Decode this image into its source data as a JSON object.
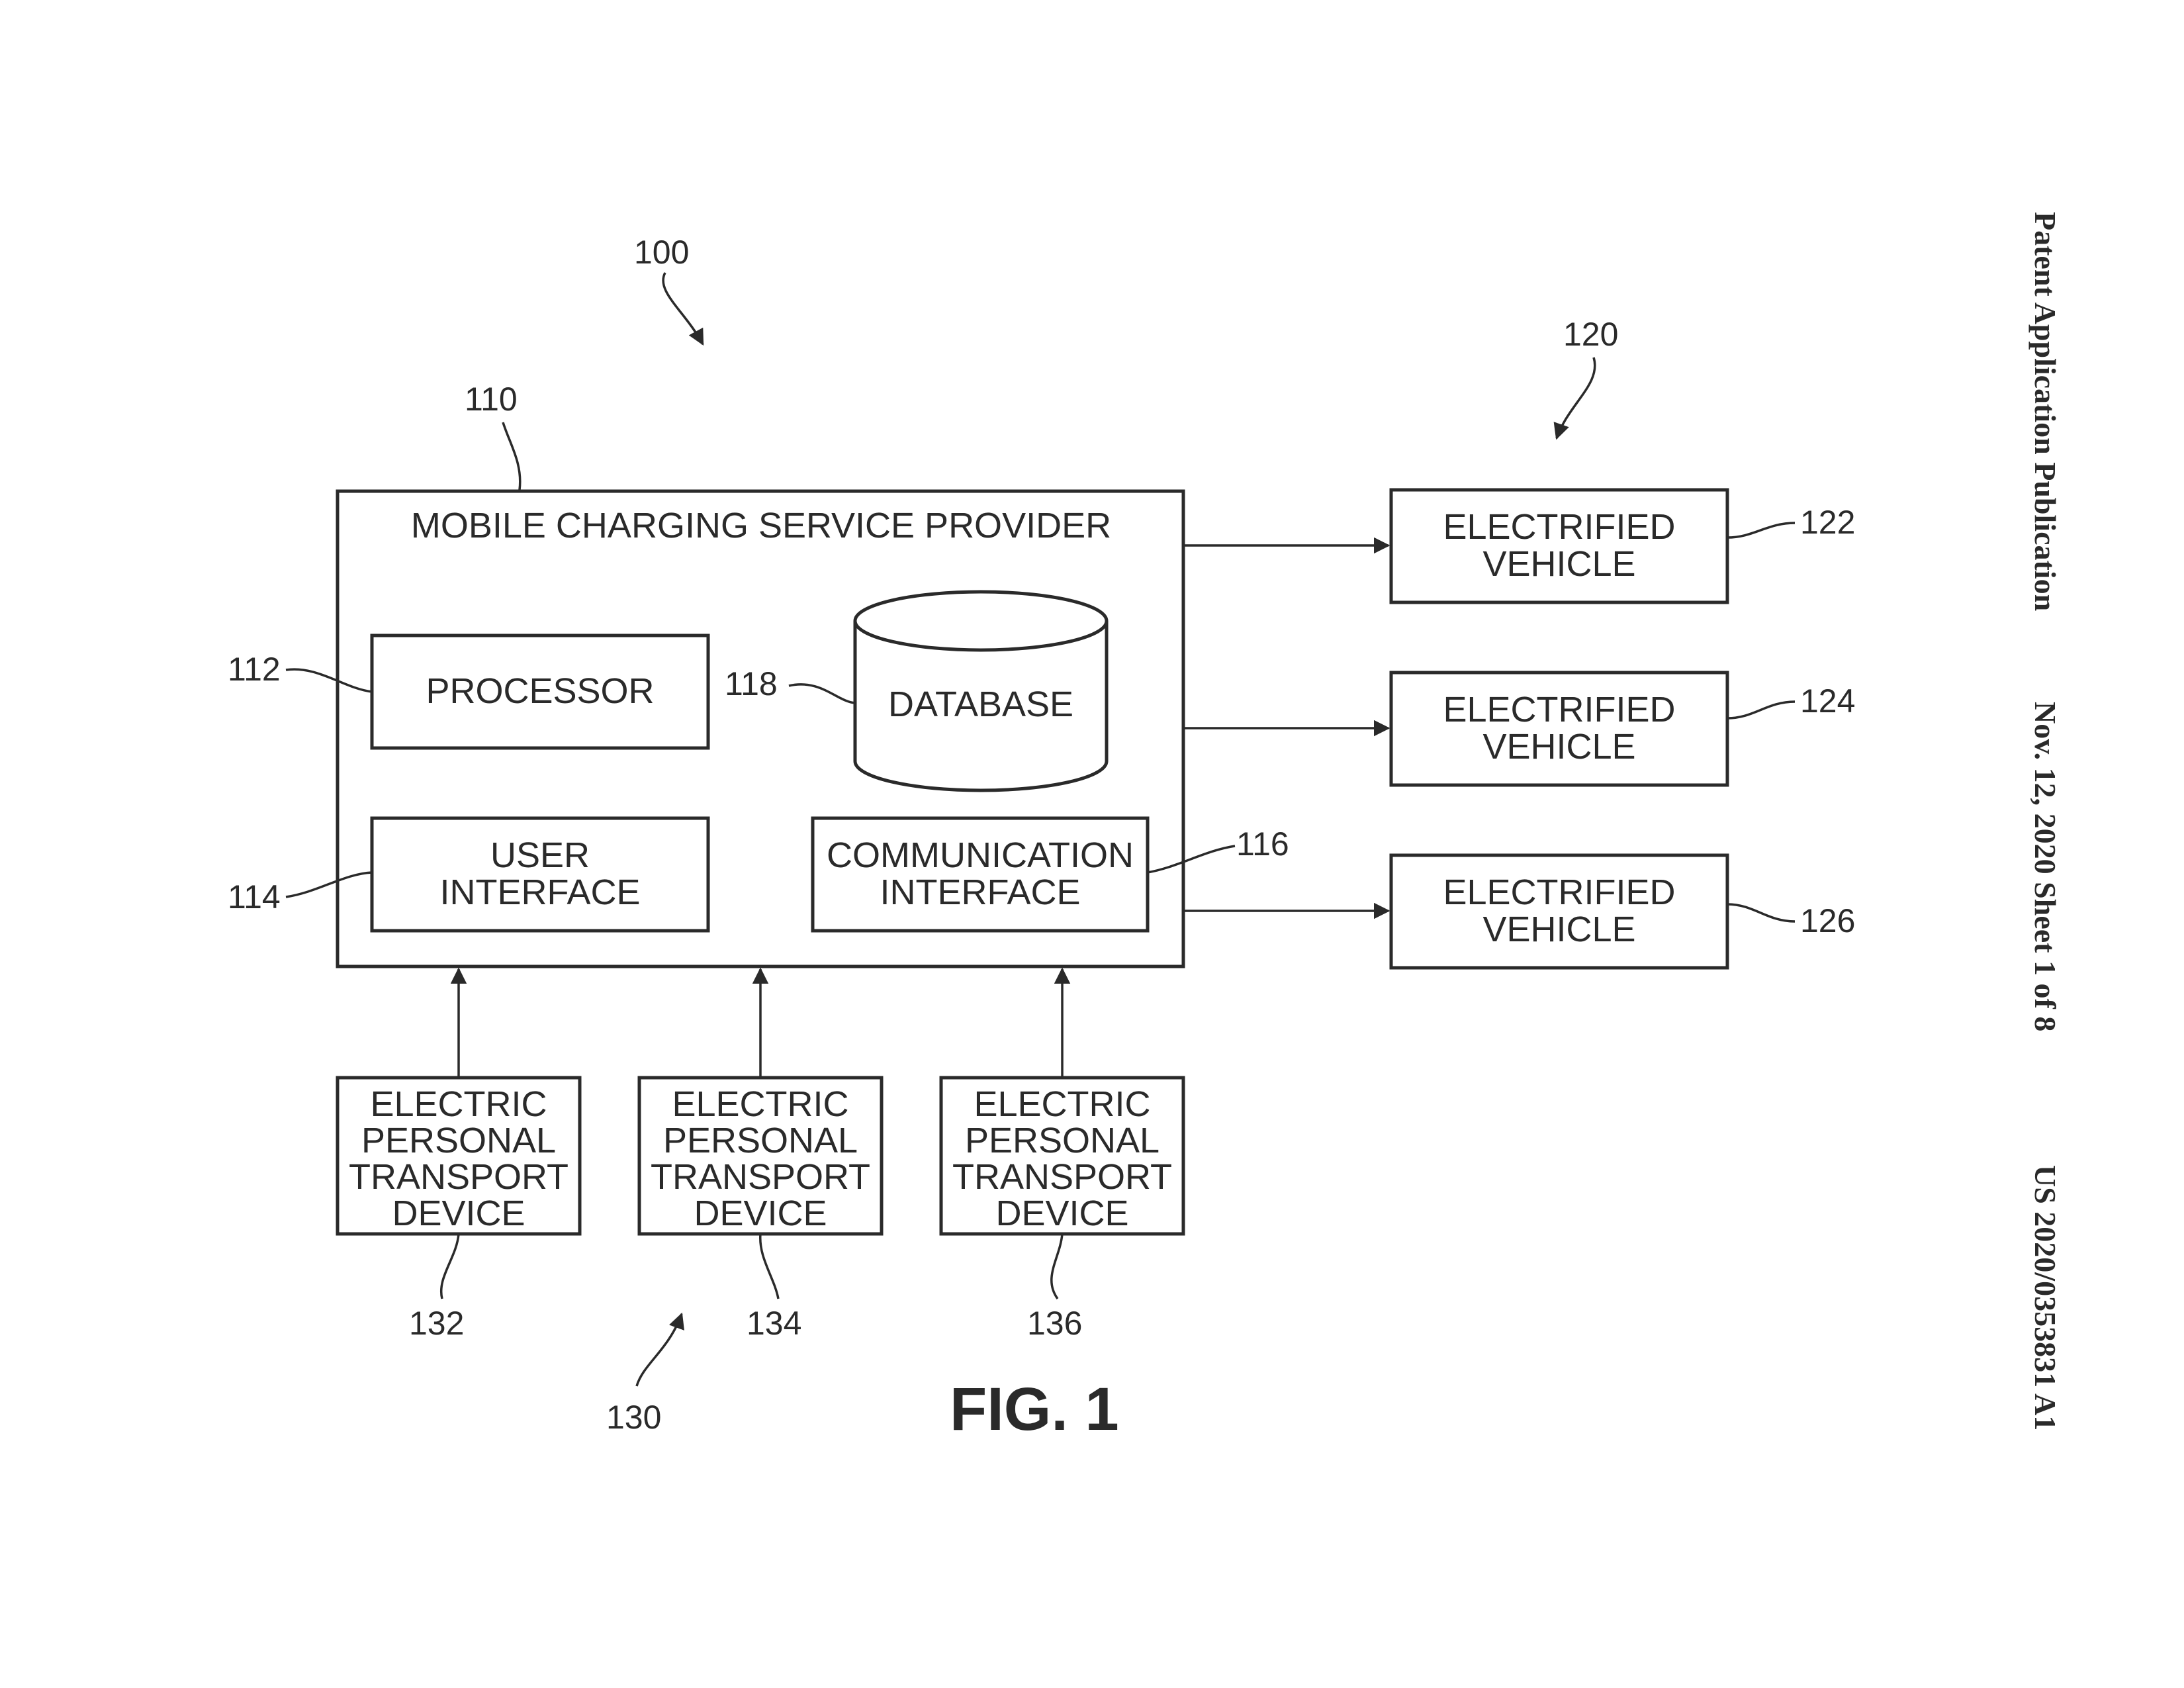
{
  "header": {
    "publication": "Patent Application Publication",
    "date_sheet": "Nov. 12, 2020  Sheet 1 of 8",
    "number": "US 2020/0353831 A1"
  },
  "figure_label": "FIG. 1",
  "refs": {
    "system": "100",
    "provider": "110",
    "processor": "112",
    "user_interface": "114",
    "comm_interface": "116",
    "database": "118",
    "vehicle_group": "120",
    "vehicle_1": "122",
    "vehicle_2": "124",
    "vehicle_3": "126",
    "device_group": "130",
    "device_1": "132",
    "device_2": "134",
    "device_3": "136"
  },
  "provider": {
    "title": "MOBILE CHARGING SERVICE PROVIDER",
    "processor": "PROCESSOR",
    "database": "DATABASE",
    "user_interface": [
      "USER",
      "INTERFACE"
    ],
    "comm_interface": [
      "COMMUNICATION",
      "INTERFACE"
    ]
  },
  "vehicles": [
    [
      "ELECTRIFIED",
      "VEHICLE"
    ],
    [
      "ELECTRIFIED",
      "VEHICLE"
    ],
    [
      "ELECTRIFIED",
      "VEHICLE"
    ]
  ],
  "devices": [
    [
      "ELECTRIC",
      "PERSONAL",
      "TRANSPORT",
      "DEVICE"
    ],
    [
      "ELECTRIC",
      "PERSONAL",
      "TRANSPORT",
      "DEVICE"
    ],
    [
      "ELECTRIC",
      "PERSONAL",
      "TRANSPORT",
      "DEVICE"
    ]
  ]
}
